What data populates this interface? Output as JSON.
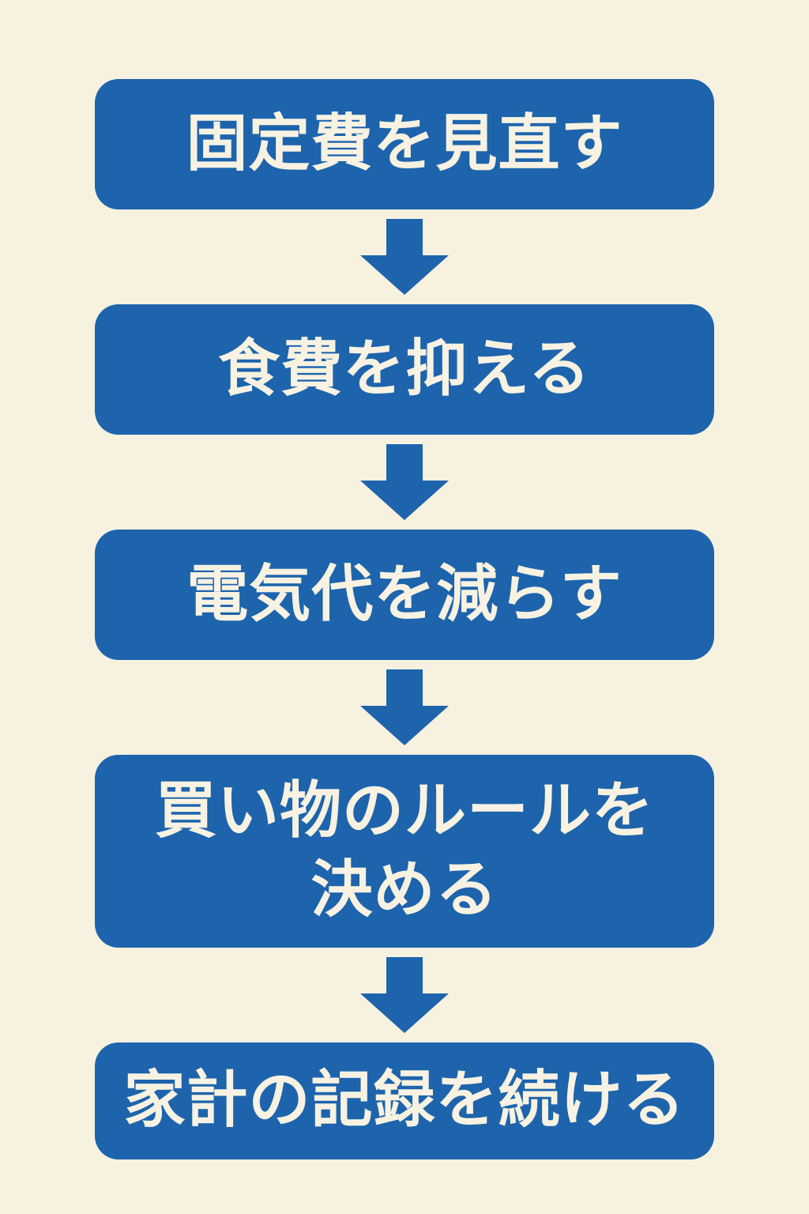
{
  "colors": {
    "background": "#f7f1e0",
    "box": "#1d64ad",
    "text": "#f8f2e2"
  },
  "flowchart": {
    "type": "vertical-flow",
    "steps": [
      {
        "label": "固定費を見直す"
      },
      {
        "label": "食費を抑える"
      },
      {
        "label": "電気代を減らす"
      },
      {
        "label": "買い物のルールを\n決める"
      },
      {
        "label": "家計の記録を続ける"
      }
    ],
    "connector": "down-arrow"
  }
}
